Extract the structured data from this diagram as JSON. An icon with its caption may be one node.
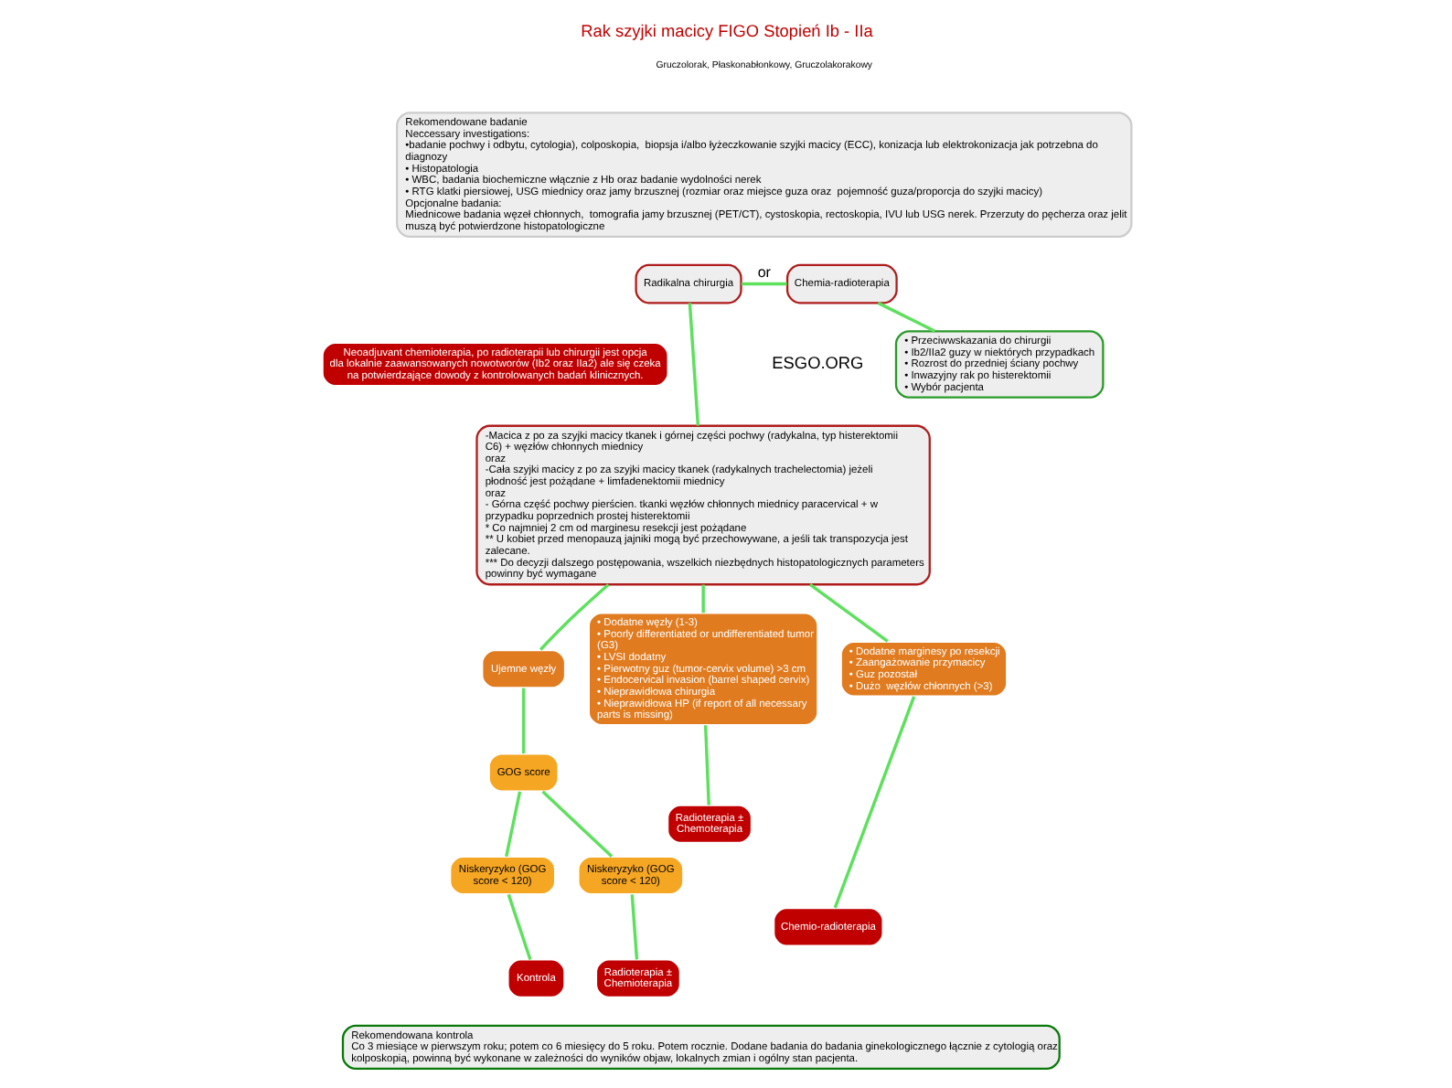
{
  "diagram": {
    "title": "Rak szyjki macicy FIGO Stopień Ib - IIa",
    "nodes": [
      {
        "text": [
          "Rekomendowane badanie",
          "Neccessary investigations:",
          "•badanie pochwy i odbytu, cytologia), colposkopia,  biopsja i/albo łyżeczkowanie szyjki macicy (ECC), konizacja lub elektrokonizacja jak potrzebna do diagnozy",
          "• Histopatologia",
          "• WBC, badania biochemiczne włącznie z Hb oraz badanie wydolności nerek",
          "• RTG klatki piersiowej, USG miednicy oraz jamy brzusznej (rozmiar oraz miejsce guza oraz  pojemność guza/proporcja do szyjki macicy)",
          "Opcjonalne badania:",
          "Miednicowe badania węzeł chłonnych,  tomografia jamy brzusznej (PET/CT), cystoskopia, rectoskopia, IVU lub USG nerek. Przerzuty do pęcherza oraz jelit muszą być potwierdzone histopatologiczne"
        ]
      },
      {
        "text": [
          "Radikalna chirurgia"
        ]
      },
      {
        "text": [
          "Chemia-radioterapia"
        ]
      },
      {
        "text": [
          "Neoadjuvant chemioterapia, po radioterapii lub chirurgii jest opcja dla lokalnie zaawansowanych nowotworów (Ib2 oraz IIa2) ale się czeka na potwierdzające dowody z kontrolowanych badań klinicznych."
        ]
      },
      {
        "text": [
          "-Macica z po za szyjki macicy tkanek i górnej części pochwy (radykalna, typ histerektomii C6) + węzłów chłonnych miednicy",
          "oraz",
          "-Cała szyjki macicy z po za szyjki macicy tkanek (radykalnych trachelectomia) jeżeli płodność jest pożądane + limfadenektomii miednicy",
          "oraz",
          "- Górna część pochwy pierścien. tkanki węzłów chłonnych miednicy paracervical + w przypadku poprzednich prostej histerektomii",
          "* Co najmniej 2 cm od marginesu resekcji jest pożądane",
          "** U kobiet przed menopauzą jajniki mogą być przechowywane, a jeśli tak transpozycja jest zalecane.",
          "*** Do decyzji dalszego postępowania, wszelkich niezbędnych histopatologicznych parameters powinny być wymagane"
        ]
      },
      {
        "text": [
          "• Przeciwwskazania do chirurgii",
          "• Ib2/IIa2 guzy w niektórych przypadkach",
          "• Rozrost do przedniej ściany pochwy",
          "• Inwazyjny rak po histerektomii",
          "• Wybór pacjenta"
        ]
      },
      {
        "text": [
          "Ujemne węzły"
        ]
      },
      {
        "text": [
          "GOG score"
        ]
      },
      {
        "text": [
          "Niskeryzyko (GOG score < 120)"
        ]
      },
      {
        "text": [
          "Niskeryzyko (GOG score < 120)"
        ]
      },
      {
        "text": [
          "Kontrola"
        ]
      },
      {
        "text": [
          "Radioterapia ± Chemioterapia"
        ]
      },
      {
        "text": [
          "• Dodatne węzły (1-3)",
          "• Poorly differentiated or undifferentiated tumor (G3)",
          "• LVSI dodatny",
          "• Pierwotny guz (tumor-cervix volume) >3 cm",
          "• Endocervical invasion (barrel shaped cervix)",
          "• Nieprawidłowa chirurgia",
          "• Nieprawidłowa HP (if report of all necessary parts is missing)"
        ]
      },
      {
        "text": [
          "• Dodatne marginesy po resekcji",
          "• Zaangażowanie przymacicy",
          "• Guz pozostał",
          "• Dużo  węzłów chłonnych (>3)"
        ]
      },
      {
        "text": [
          "Radioterapia ± Chemoterapia"
        ]
      },
      {
        "text": [
          "Chemio-radioterapia"
        ]
      },
      {
        "text": [
          "Rekomendowana kontrola",
          "Co 3 miesiące w pierwszym roku; potem co 6 miesięcy do 5 roku. Potem rocznie. Dodane badania do badania ginekologicznego łącznie z cytologią oraz kolposkopią, powinną być wykonane w zależności do wyników objaw, lokalnych zmian i ogólny stan pacjenta."
        ]
      }
    ],
    "edges": [
      {
        "from": 1,
        "to": 2,
        "arrow": "none",
        "label": "or"
      },
      {
        "from": 1,
        "to": 4,
        "arrow": "none"
      },
      {
        "from": 2,
        "to": 5,
        "arrow": "none"
      },
      {
        "from": 4,
        "to": 6,
        "arrow": "none"
      },
      {
        "from": 4,
        "to": 12,
        "arrow": "none"
      },
      {
        "from": 4,
        "to": 13,
        "arrow": "none"
      },
      {
        "from": 6,
        "to": 7,
        "arrow": "none"
      },
      {
        "from": 7,
        "to": 8,
        "arrow": "none"
      },
      {
        "from": 7,
        "to": 9,
        "arrow": "none"
      },
      {
        "from": 8,
        "to": 10,
        "arrow": "none"
      },
      {
        "from": 9,
        "to": 11,
        "arrow": "none"
      },
      {
        "from": 12,
        "to": 14,
        "arrow": "none"
      },
      {
        "from": 13,
        "to": 15,
        "arrow": "none"
      }
    ],
    "labels": [
      "Gruczolorak, Płaskonabłonkowy, Gruczolakorakowy",
      "ESGO.ORG"
    ]
  }
}
